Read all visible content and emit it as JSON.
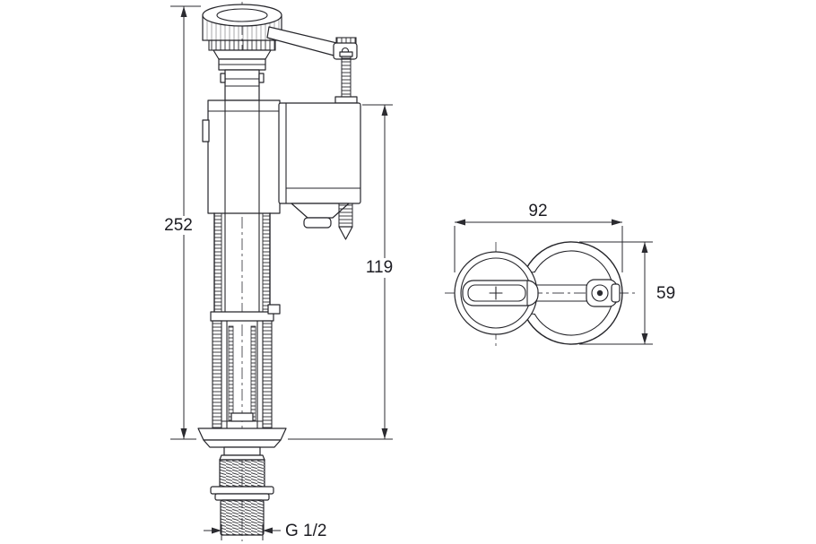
{
  "drawing": {
    "front_view": {
      "overall_height": "252",
      "body_height": "119",
      "thread_label": "G 1/2"
    },
    "top_view": {
      "width": "92",
      "depth": "59"
    }
  }
}
